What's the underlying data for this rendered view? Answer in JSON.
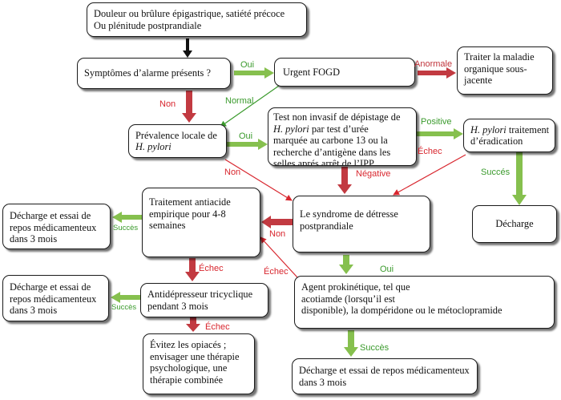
{
  "colors": {
    "green": "#72b238",
    "red": "#c0343b",
    "dark": "#222222"
  },
  "nodes": {
    "symptoms": [
      "Douleur ou brûlure épigastrique, satiété précoce",
      "Ou plénitude postprandiale"
    ],
    "alarm": [
      "Symptômes d’alarme présents ?"
    ],
    "fogd": [
      "Urgent FOGD"
    ],
    "organic": [
      "Traiter la maladie",
      "organique sous-",
      "jacente"
    ],
    "prevalence": {
      "line1": "Prévalence locale de",
      "italic": "H. pylori"
    },
    "test": {
      "line1": "Test non invasif  de dépistage de",
      "line2_italic": "H. pylori",
      "line2_rest": " par test d’urée",
      "line3": "marquée au carbone 13 ou la",
      "line4": "recherche d’antigène dans les",
      "line5": "selles aprés arrêt de l’IPP"
    },
    "eradication": {
      "italic": "H. pylori",
      "line1_rest": " traitement",
      "line2": "d’éradication"
    },
    "antacid": [
      "Traitement antiacide",
      "empirique pour 4-8",
      "semaines"
    ],
    "discharge_left1": [
      "Décharge et essai de",
      "repos médicamenteux",
      "dans 3 mois"
    ],
    "distress": [
      "Le syndrome de détresse",
      "postprandiale"
    ],
    "discharge_right": [
      "Décharge"
    ],
    "antidepressant": [
      "Antidépresseur tricyclique",
      "pendant 3 mois"
    ],
    "discharge_left2": [
      "Décharge et essai de",
      "repos médicamenteux",
      "dans 3 mois"
    ],
    "prokinetic": [
      "Agent prokinétique, tel que",
      "acotiamde (lorsqu’il est",
      "disponible), la dompéridone ou le métoclopramide"
    ],
    "opiates": [
      "Évitez les opiacés ;",
      "envisager une thérapie",
      "psychologique, une",
      "thérapie combinée"
    ],
    "discharge_bottom": [
      "Décharge et essai de repos médicamenteux",
      "dans 3 mois"
    ]
  },
  "edge_labels": {
    "oui_alarm": "Oui",
    "anormale": "Anormale",
    "non_alarm": "Non",
    "normal": "Normal",
    "oui_prevalence": "Oui",
    "positive": "Positive",
    "echec_eradication": "Échec",
    "non_prevalence": "Non",
    "negative": "Négative",
    "succes_eradication": "Succés",
    "non_distress": "Non",
    "succes_antacid": "Succès",
    "echec_antacid": "Échec",
    "echec_distress": "Échec",
    "oui_distress": "Oui",
    "succes_antidepressant": "Succès",
    "echec_antidepressant": "Échec",
    "succes_prokinetic": "Succès"
  }
}
